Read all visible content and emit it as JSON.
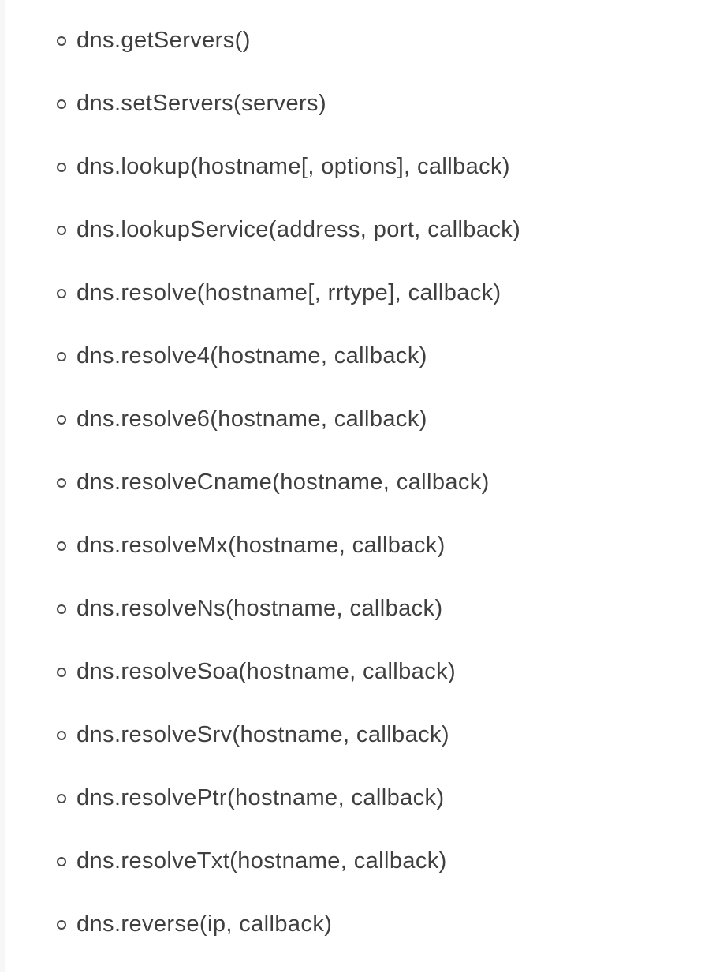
{
  "page": {
    "background_color": "#ffffff",
    "left_strip_color": "#f7f7f8",
    "text_color": "#3f3f3f",
    "bullet_style": "hollow-circle"
  },
  "method_list": {
    "items": [
      {
        "label": "dns.getServers()"
      },
      {
        "label": "dns.setServers(servers)"
      },
      {
        "label": "dns.lookup(hostname[, options], callback)"
      },
      {
        "label": "dns.lookupService(address, port, callback)"
      },
      {
        "label": "dns.resolve(hostname[, rrtype], callback)"
      },
      {
        "label": "dns.resolve4(hostname, callback)"
      },
      {
        "label": "dns.resolve6(hostname, callback)"
      },
      {
        "label": "dns.resolveCname(hostname, callback)"
      },
      {
        "label": "dns.resolveMx(hostname, callback)"
      },
      {
        "label": "dns.resolveNs(hostname, callback)"
      },
      {
        "label": "dns.resolveSoa(hostname, callback)"
      },
      {
        "label": "dns.resolveSrv(hostname, callback)"
      },
      {
        "label": "dns.resolvePtr(hostname, callback)"
      },
      {
        "label": "dns.resolveTxt(hostname, callback)"
      },
      {
        "label": "dns.reverse(ip, callback)"
      }
    ]
  }
}
